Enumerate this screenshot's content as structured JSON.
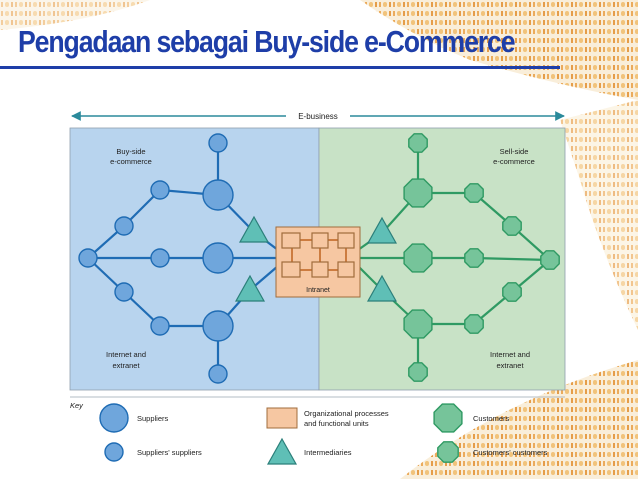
{
  "slide": {
    "title": "Pengadaan sebagai Buy-side e-Commerce"
  },
  "diagram": {
    "banner": "E-business",
    "buy_side": {
      "label_line1": "Buy-side",
      "label_line2": "e-commerce"
    },
    "sell_side": {
      "label_line1": "Sell-side",
      "label_line2": "e-commerce"
    },
    "intranet_label": "Intranet",
    "left_network": {
      "line1": "Internet and",
      "line2": "extranet"
    },
    "right_network": {
      "line1": "Internet and",
      "line2": "extranet"
    }
  },
  "key": {
    "title": "Key",
    "suppliers": "Suppliers",
    "suppliers_suppliers": "Suppliers' suppliers",
    "processes_line1": "Organizational processes",
    "processes_line2": "and functional units",
    "intermediaries": "Intermediaries",
    "customers": "Customers",
    "customers_customers": "Customers' customers"
  },
  "colors": {
    "title": "#1e3ea8",
    "buy_panel": "#b8d4ee",
    "sell_panel": "#c8e2c6",
    "supplier_fill": "#6fa6dc",
    "customer_fill": "#76c49a",
    "intermediary_fill": "#5fbfb6",
    "intranet_fill": "#f6c7a2",
    "link_blue": "#1f6cb4",
    "link_green": "#2f9a63"
  }
}
